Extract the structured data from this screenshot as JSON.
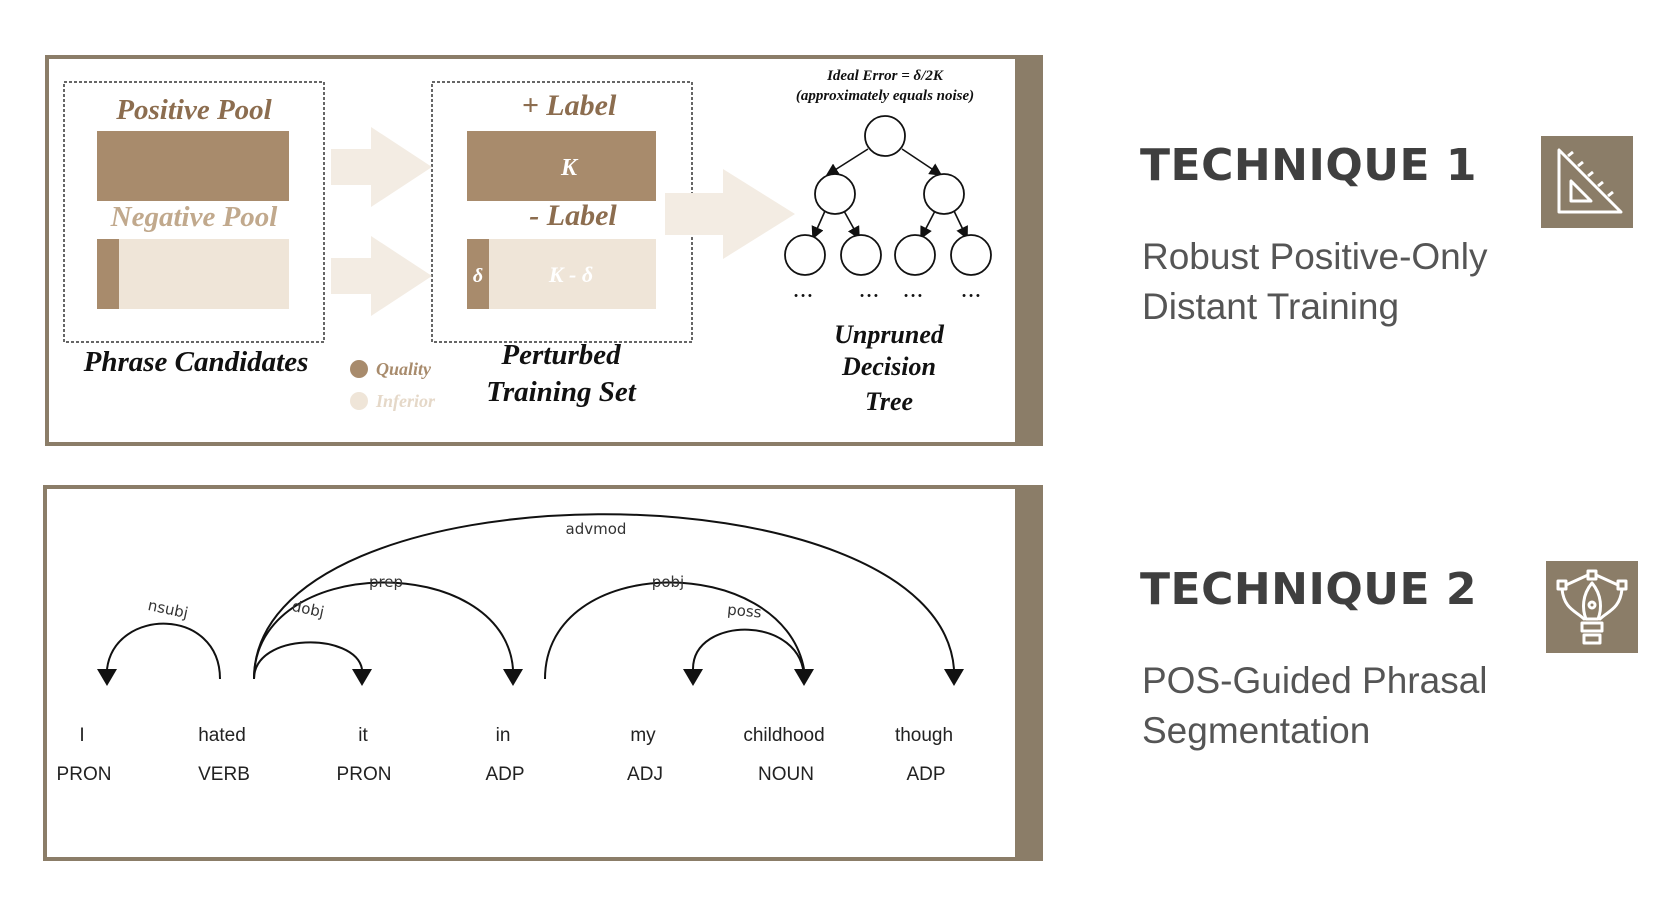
{
  "technique1": {
    "title": "TECHNIQUE 1",
    "description_line1": "Robust Positive-Only",
    "description_line2": "Distant Training",
    "icon": "set-square-ruler-icon",
    "diagram": {
      "positive_pool": "Positive Pool",
      "negative_pool": "Negative Pool",
      "phrase_candidates": "Phrase Candidates",
      "legend_quality": "Quality",
      "legend_inferior": "Inferior",
      "plus_label": "+ Label",
      "minus_label": "- Label",
      "k_label": "K",
      "delta_label": "δ",
      "k_minus_delta": "K - δ",
      "training_set_line1": "Perturbed",
      "training_set_line2": "Training Set",
      "ideal_error": "Ideal Error = δ/2K",
      "noise_note": "(approximately equals noise)",
      "tree_line1": "Unpruned",
      "tree_line2": "Decision",
      "tree_line3": "Tree",
      "ellipsis": "• • •"
    }
  },
  "technique2": {
    "title": "TECHNIQUE 2",
    "description_line1": "POS-Guided Phrasal",
    "description_line2": "Segmentation",
    "icon": "pen-tool-icon",
    "diagram": {
      "tokens": [
        {
          "word": "I",
          "pos": "PRON"
        },
        {
          "word": "hated",
          "pos": "VERB"
        },
        {
          "word": "it",
          "pos": "PRON"
        },
        {
          "word": "in",
          "pos": "ADP"
        },
        {
          "word": "my",
          "pos": "ADJ"
        },
        {
          "word": "childhood",
          "pos": "NOUN"
        },
        {
          "word": "though",
          "pos": "ADP"
        }
      ],
      "arcs": [
        "nsubj",
        "dobj",
        "prep",
        "pobj",
        "poss",
        "advmod"
      ]
    }
  },
  "colors": {
    "accent": "#8b7d68",
    "brown": "#a88b6c",
    "light": "#efe5d8",
    "arrow_fill": "#f3ece3"
  }
}
